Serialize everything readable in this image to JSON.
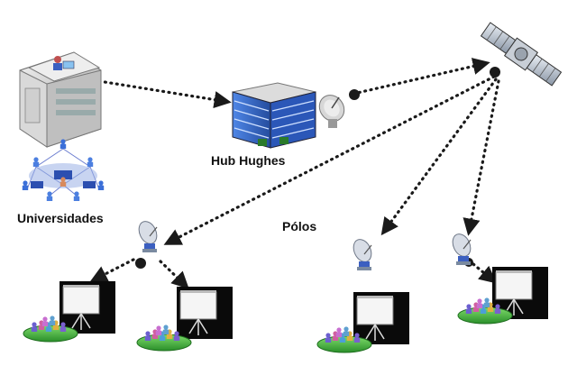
{
  "labels": {
    "hub": "Hub Hughes",
    "universities": "Universidades",
    "poles": "Pólos"
  },
  "colors": {
    "connector": "#1a1a1a",
    "building_blue": "#3a6fd0",
    "building_gray": "#c8c8c8",
    "platform_green": "#3fae3f",
    "screen_black": "#0a0a0a",
    "satellite_panel": "#bfc6cf"
  },
  "icons": {
    "university": "university-building-icon",
    "network": "network-people-icon",
    "hub": "hub-building-icon",
    "dish": "satellite-dish-icon",
    "satellite": "satellite-icon",
    "pole_dish": "pole-dish-icon",
    "classroom": "projection-classroom-icon"
  }
}
